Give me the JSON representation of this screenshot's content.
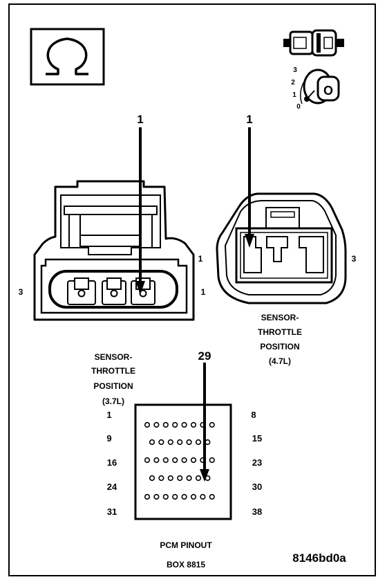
{
  "meter_icon": "ohm-meter-icon",
  "ignition": {
    "positions": [
      "3",
      "2",
      "1",
      "0"
    ],
    "key_label": "O"
  },
  "connector_3_7": {
    "arrow_pin": "1",
    "left_pin": "3",
    "right_pin_upper": "1",
    "right_pin": "1",
    "caption": [
      "SENSOR-",
      "THROTTLE",
      "POSITION",
      "(3.7L)"
    ]
  },
  "connector_4_7": {
    "arrow_pin": "1",
    "right_pin": "3",
    "caption": [
      "SENSOR-",
      "THROTTLE",
      "POSITION",
      "(4.7L)"
    ]
  },
  "pcm": {
    "arrow_pin": "29",
    "left_labels": [
      "1",
      "9",
      "16",
      "24",
      "31"
    ],
    "right_labels": [
      "8",
      "15",
      "23",
      "30",
      "38"
    ],
    "caption": [
      "PCM PINOUT",
      "BOX 8815"
    ]
  },
  "figure_id": "8146bd0a"
}
